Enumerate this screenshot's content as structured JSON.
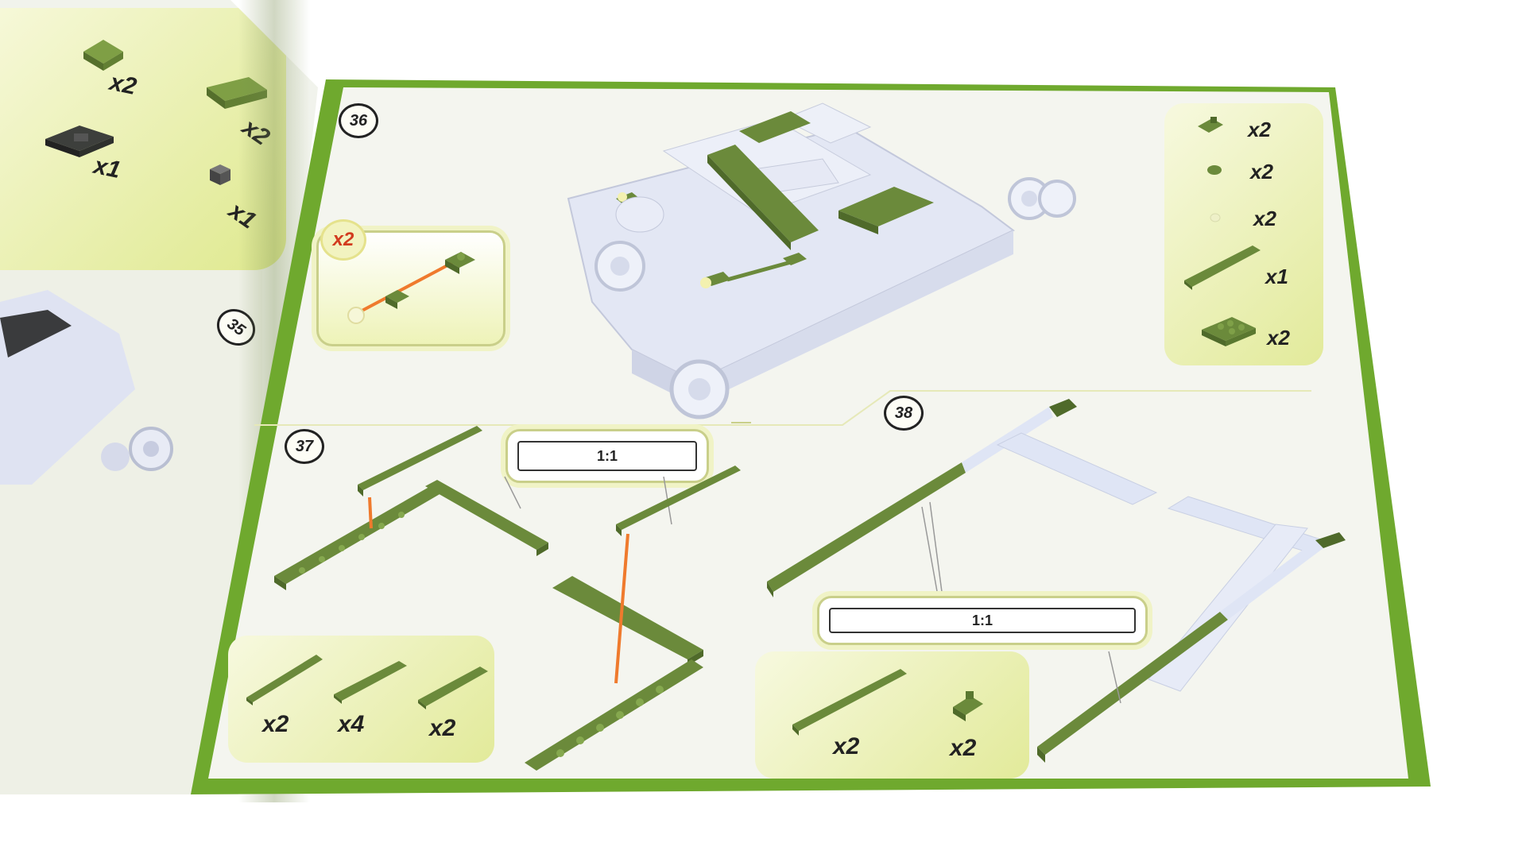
{
  "image": {
    "colors": {
      "brick_green": "#6b8a3b",
      "brick_green_dark": "#4f6a2a",
      "booklet_green": "#6fa92e",
      "model_grey": "#dfe3f2",
      "rod_orange": "#ef7a2d"
    }
  },
  "left_page": {
    "step_35": "35",
    "parts": [
      {
        "qty": "x2"
      },
      {
        "qty": "x2"
      },
      {
        "qty": "x1"
      },
      {
        "qty": "x1"
      }
    ]
  },
  "right_page": {
    "step_36": {
      "number": "36",
      "sub_assembly_qty": "x2",
      "parts": [
        {
          "qty": "x2"
        },
        {
          "qty": "x2"
        },
        {
          "qty": "x2"
        },
        {
          "qty": "x1"
        },
        {
          "qty": "x2"
        }
      ]
    },
    "step_37": {
      "number": "37",
      "ratio": "1:1",
      "parts": [
        {
          "qty": "x2"
        },
        {
          "qty": "x4"
        },
        {
          "qty": "x2"
        }
      ]
    },
    "step_38": {
      "number": "38",
      "ratio": "1:1",
      "parts": [
        {
          "qty": "x2"
        },
        {
          "qty": "x2"
        }
      ]
    }
  }
}
